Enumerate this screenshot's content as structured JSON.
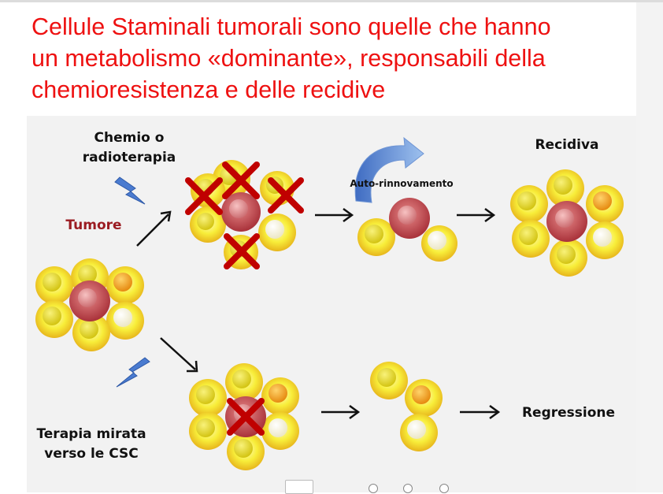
{
  "slide": {
    "title_lines": [
      "Cellule Staminali tumorali sono quelle che hanno",
      "un metabolismo «dominante», responsabili della",
      "chemioresistenza e delle recidive"
    ]
  },
  "diagram": {
    "labels": {
      "chemo": [
        "Chemio o",
        "radioterapia"
      ],
      "tumor": "Tumore",
      "self_renewal": "Auto-rinnovamento",
      "relapse": "Recidiva",
      "regression": "Regressione",
      "targeted": [
        "Terapia mirata",
        "verso le CSC"
      ]
    },
    "colors": {
      "title": "#ee1111",
      "tumor_label": "#9b1c22",
      "diagram_bg": "#f2f2f2",
      "yellow_cell": "#f5ed2b",
      "orange_cell": "#f2a52a",
      "stem_cell": "#c94a4a",
      "cross": "#c00000",
      "lightning": "#4a7bd0"
    }
  },
  "pager": {
    "page_prefix": "",
    "page_suffix": "",
    "page_value": ""
  }
}
